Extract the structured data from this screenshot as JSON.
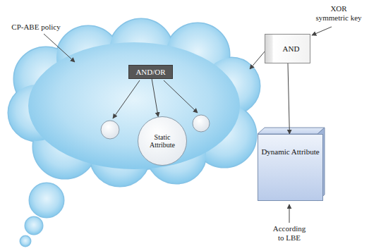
{
  "diagram": {
    "nodes": [
      {
        "text": [
          "AND/OR"
        ]
      },
      {
        "text": [
          "Static Attribute"
        ]
      },
      {
        "text": [
          "AND"
        ]
      },
      {
        "text": [
          "Dynamic Attribute"
        ]
      }
    ],
    "edges": [
      {
        "from": 0,
        "to": 1,
        "arrow": "to"
      },
      {
        "from": 2,
        "to": 3,
        "arrow": "to"
      }
    ],
    "labels": [
      "CP-ABE policy",
      "XOR symmetric key",
      "According to LBE"
    ]
  }
}
